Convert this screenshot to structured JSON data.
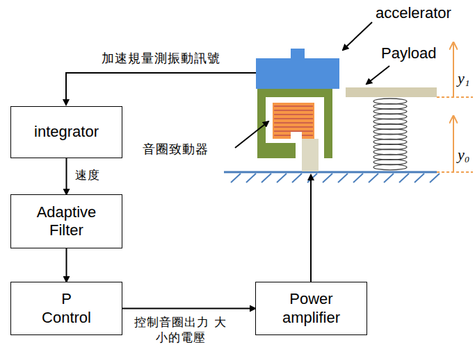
{
  "diagram": {
    "nodes": [
      {
        "text": [
          "integrator"
        ]
      },
      {
        "text": [
          "Adaptive Filter"
        ]
      },
      {
        "text": [
          "P Control"
        ]
      },
      {
        "text": [
          "Power amplifier"
        ]
      }
    ],
    "edges": [
      {
        "from": 0,
        "to": 1,
        "arrow": "to",
        "label": "速度"
      },
      {
        "from": 1,
        "to": 2,
        "arrow": "to"
      },
      {
        "from": 2,
        "to": 3,
        "arrow": "to",
        "label": "控制音圈出力 大小的電壓"
      }
    ],
    "labels": [
      "加速規量測振動訊號",
      "accelerator",
      "Payload",
      "y₁",
      "y₀",
      "音圈致動器"
    ]
  }
}
